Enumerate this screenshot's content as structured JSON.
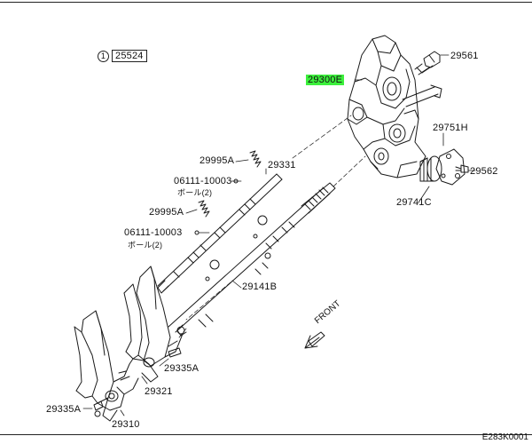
{
  "ref_index": "1",
  "ref_number": "25524",
  "labels": {
    "l_29561": "29561",
    "l_29300e": "29300E",
    "l_29751h": "29751H",
    "l_29562": "29562",
    "l_29741c": "29741C",
    "l_29995a_1": "29995A",
    "l_29331": "29331",
    "l_06111_1": "06111-10003",
    "l_ball_1": "ボール(2)",
    "l_29995a_2": "29995A",
    "l_06111_2": "06111-10003",
    "l_ball_2": "ボール(2)",
    "l_29141b": "29141B",
    "l_29335a_1": "29335A",
    "l_29321": "29321",
    "l_29335a_2": "29335A",
    "l_29310": "29310",
    "front": "FRONT",
    "diagram_code": "E283K0001"
  },
  "colors": {
    "highlight": "#3cf03c",
    "ink": "#1a1a1a"
  }
}
